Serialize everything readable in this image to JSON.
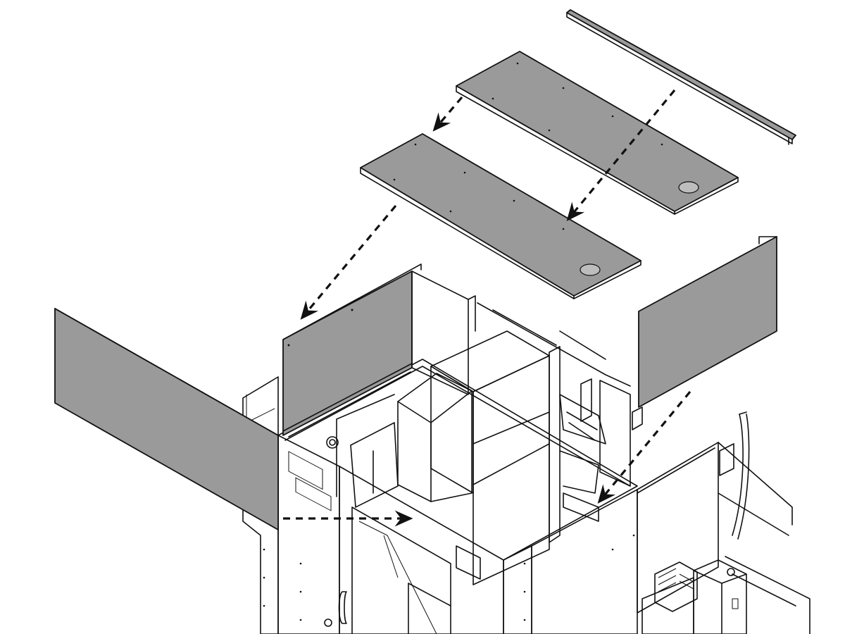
{
  "diagram": {
    "style": "exploded isometric line drawing",
    "colors": {
      "panel_fill": "#9a9a9a",
      "line": "#111111",
      "background": "#ffffff",
      "cabinet_fill": "#ffffff"
    },
    "components": [
      "enclosure-frame",
      "top-panel-rear",
      "top-panel-front",
      "top-rail",
      "left-side-panel",
      "rear-left-panel",
      "right-rear-panel",
      "spindle-head",
      "tool-changer",
      "electrical-cabinet",
      "coolant-hose"
    ],
    "arrows": [
      "arrow-top-rear-to-front",
      "arrow-rail-to-top-panel",
      "arrow-top-front-to-rear-left",
      "arrow-left-panel-to-front",
      "arrow-right-panel-to-frame"
    ]
  }
}
